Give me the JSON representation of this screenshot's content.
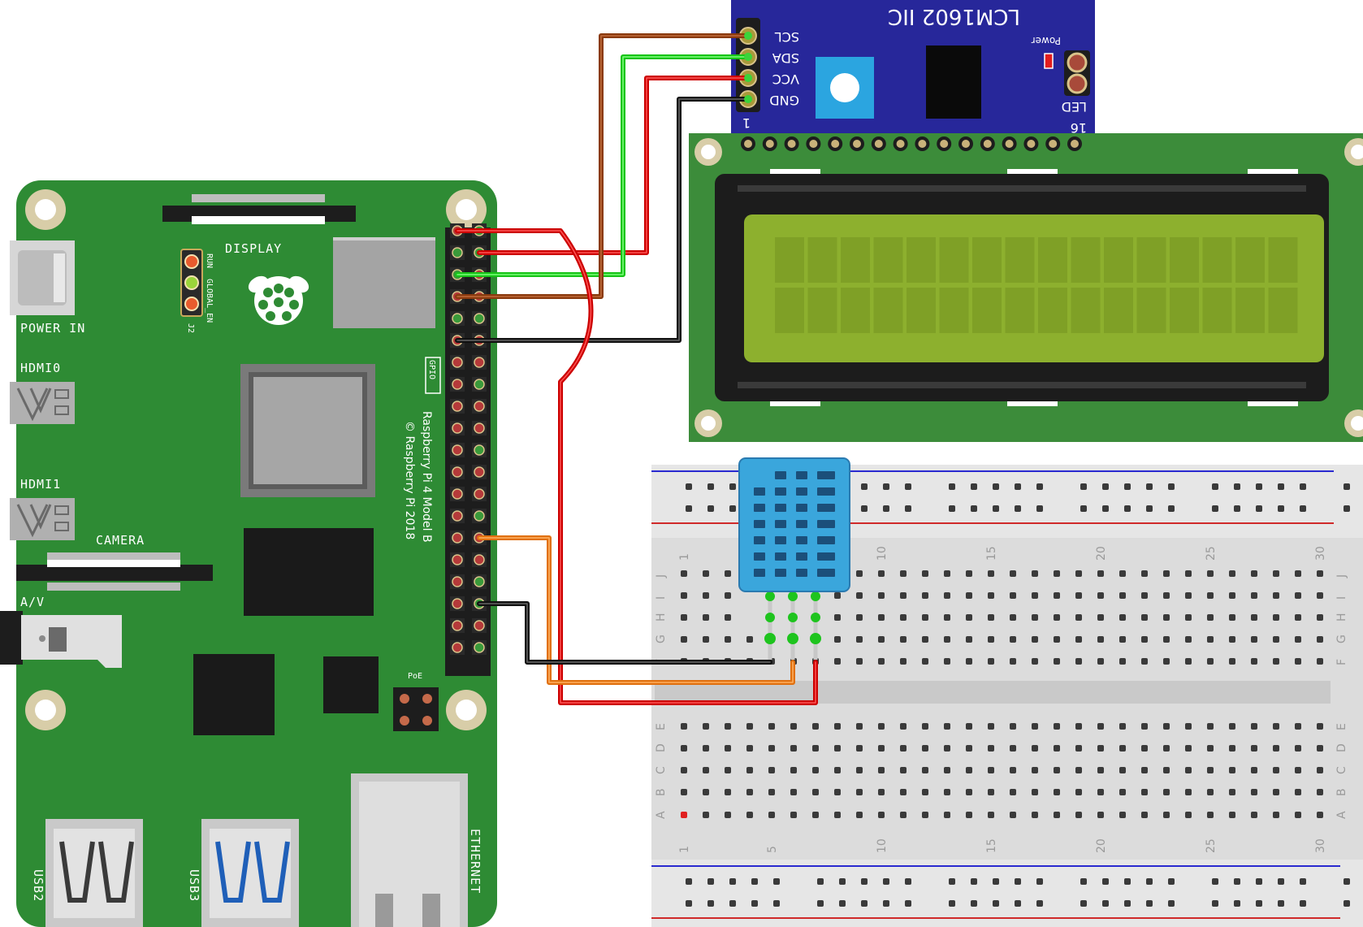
{
  "pi": {
    "display": "DISPLAY",
    "power_in": "POWER IN",
    "hdmi0": "HDMI0",
    "hdmi1": "HDMI1",
    "camera": "CAMERA",
    "av": "A/V",
    "gpio": "GPIO",
    "poe": "PoE",
    "usb2": "USB2",
    "usb3": "USB3",
    "ethernet": "ETHERNET",
    "model": "Raspberry Pi 4 Model B",
    "copyright": "© Raspberry Pi 2018",
    "run": "RUN",
    "global_en": "GLOBAL_EN",
    "j2": "J2"
  },
  "i2c": {
    "title": "LCM1602 IIC",
    "power": "Power",
    "pins": [
      "SCL",
      "SDA",
      "VCC",
      "GND"
    ],
    "led": "LED",
    "pin1": "1",
    "pin16": "16"
  },
  "breadboard": {
    "rows_top": [
      "J",
      "I",
      "H",
      "G",
      "F"
    ],
    "rows_bottom": [
      "E",
      "D",
      "C",
      "B",
      "A"
    ],
    "col_numbers": [
      "1",
      "5",
      "10",
      "15",
      "20",
      "25",
      "30"
    ]
  },
  "colors": {
    "pcb_pi": "#2e8b34",
    "pcb_lcd": "#3c8c3a",
    "i2c_board": "#27279a",
    "lcd_screen": "#8db02e",
    "wire_red": "#cc0000",
    "wire_black": "#111111",
    "wire_green": "#17c417",
    "wire_brown": "#8a3a0e",
    "wire_orange": "#e0700f",
    "dht_body": "#3aa6dc"
  }
}
